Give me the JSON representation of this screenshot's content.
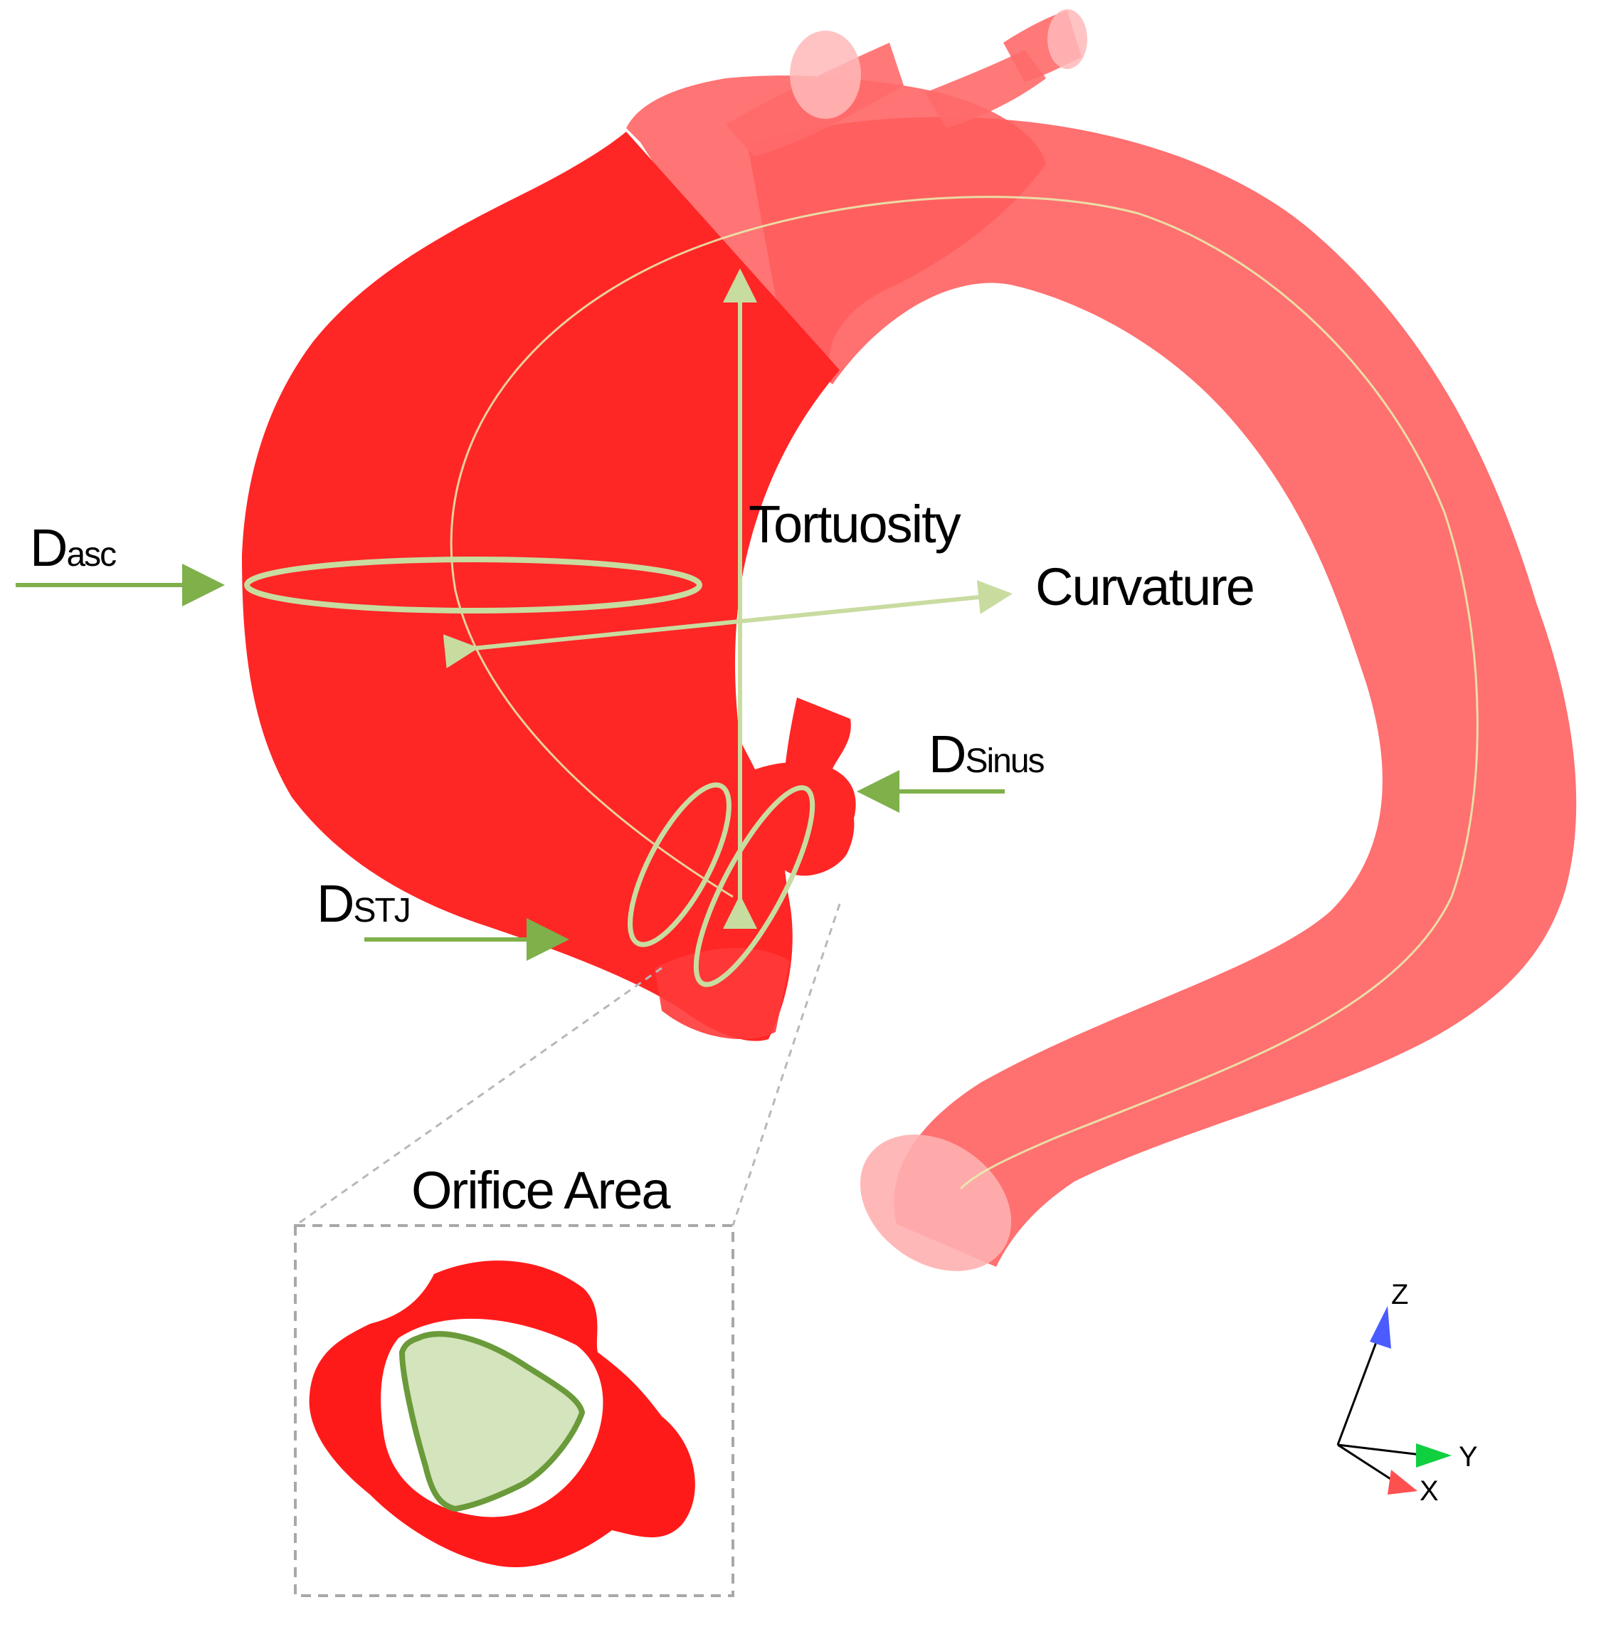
{
  "labels": {
    "dasc_main": "D",
    "dasc_sub": "asc",
    "tortuosity": "Tortuosity",
    "curvature": "Curvature",
    "dsinus_main": "D",
    "dsinus_sub": "Sinus",
    "dstj_main": "D",
    "dstj_sub": "STJ",
    "orifice_area": "Orifice Area"
  },
  "axes": {
    "z": "Z",
    "y": "Y",
    "x": "X"
  },
  "colors": {
    "aorta_ascending": "#ff2626",
    "aorta_transparent": "#ff5c5c",
    "measure_line": "#c8dca0",
    "arrow_green": "#7fb04a",
    "orifice_fill": "#d4e4bc",
    "orifice_stroke": "#6a9a3a",
    "axis_z": "#4a5cff",
    "axis_y": "#10d040",
    "axis_x": "#ff5050"
  }
}
